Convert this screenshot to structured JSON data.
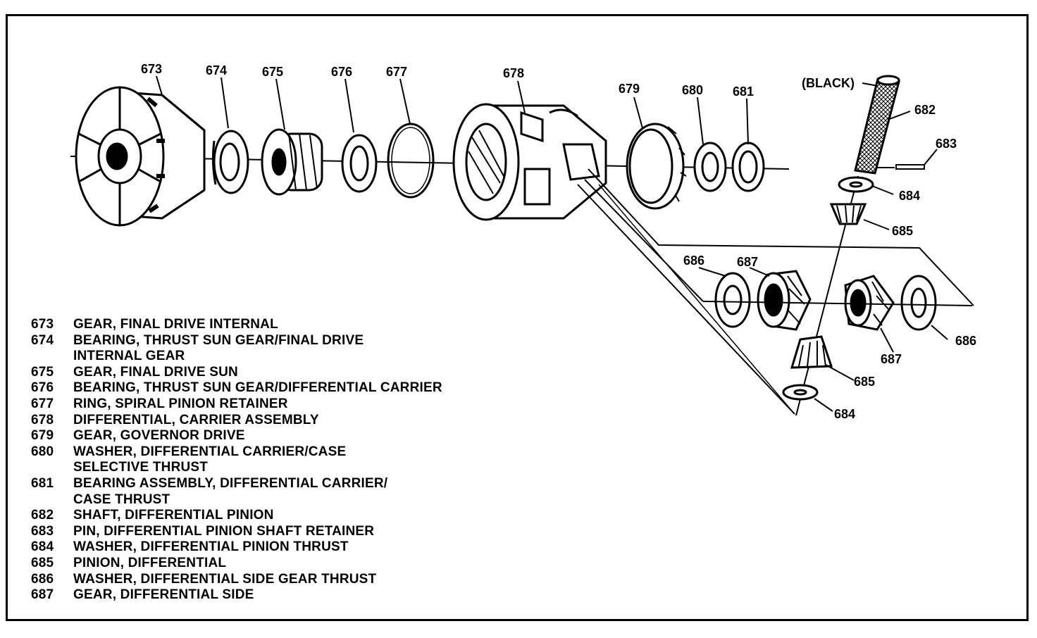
{
  "callouts": {
    "c673": "673",
    "c674": "674",
    "c675": "675",
    "c676": "676",
    "c677": "677",
    "c678": "678",
    "c679": "679",
    "c680": "680",
    "c681": "681",
    "c682": "682",
    "c683": "683",
    "c684a": "684",
    "c684b": "684",
    "c685a": "685",
    "c685b": "685",
    "c686a": "686",
    "c686b": "686",
    "c687a": "687",
    "c687b": "687",
    "black": "(BLACK)"
  },
  "legend": [
    {
      "num": "673",
      "desc": "GEAR, FINAL DRIVE INTERNAL"
    },
    {
      "num": "674",
      "desc": "BEARING, THRUST SUN GEAR/FINAL DRIVE"
    },
    {
      "num": "",
      "desc": "INTERNAL GEAR"
    },
    {
      "num": "675",
      "desc": "GEAR, FINAL DRIVE SUN"
    },
    {
      "num": "676",
      "desc": "BEARING, THRUST SUN GEAR/DIFFERENTIAL CARRIER"
    },
    {
      "num": "677",
      "desc": "RING, SPIRAL PINION RETAINER"
    },
    {
      "num": "678",
      "desc": "DIFFERENTIAL, CARRIER ASSEMBLY"
    },
    {
      "num": "679",
      "desc": "GEAR, GOVERNOR DRIVE"
    },
    {
      "num": "680",
      "desc": "WASHER, DIFFERENTIAL CARRIER/CASE"
    },
    {
      "num": "",
      "desc": "SELECTIVE THRUST"
    },
    {
      "num": "681",
      "desc": "BEARING ASSEMBLY, DIFFERENTIAL CARRIER/"
    },
    {
      "num": "",
      "desc": "CASE THRUST"
    },
    {
      "num": "682",
      "desc": "SHAFT, DIFFERENTIAL PINION"
    },
    {
      "num": "683",
      "desc": "PIN, DIFFERENTIAL PINION SHAFT RETAINER"
    },
    {
      "num": "684",
      "desc": "WASHER, DIFFERENTIAL PINION THRUST"
    },
    {
      "num": "685",
      "desc": "PINION, DIFFERENTIAL"
    },
    {
      "num": "686",
      "desc": "WASHER, DIFFERENTIAL SIDE GEAR THRUST"
    },
    {
      "num": "687",
      "desc": "GEAR, DIFFERENTIAL SIDE"
    }
  ]
}
